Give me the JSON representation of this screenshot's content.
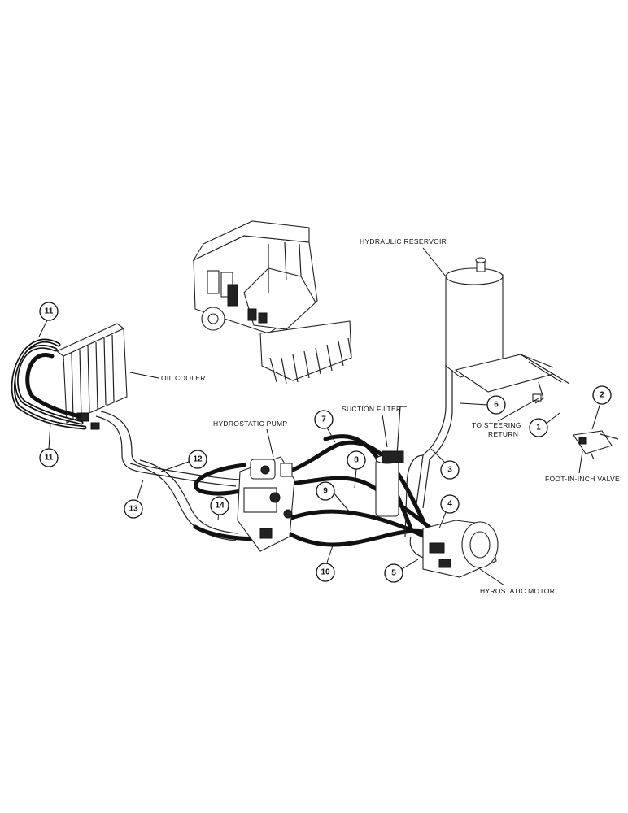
{
  "labels": {
    "hydraulic_reservoir": "HYDRAULIC RESERVOIR",
    "oil_cooler": "OIL COOLER",
    "suction_filter": "SUCTION FILTER",
    "hydrostatic_pump": "HYDROSTATIC PUMP",
    "to_steering_line1": "TO STEERING",
    "to_steering_line2": "RETURN",
    "foot_in_inch_valve": "FOOT-IN-INCH VALVE",
    "hydrostatic_motor": "HYROSTATIC MOTOR"
  },
  "callouts": {
    "c1": "1",
    "c2": "2",
    "c3": "3",
    "c4": "4",
    "c5": "5",
    "c6": "6",
    "c7": "7",
    "c8": "8",
    "c9": "9",
    "c10": "10",
    "c11a": "11",
    "c11b": "11",
    "c12": "12",
    "c13": "13",
    "c14": "14"
  }
}
